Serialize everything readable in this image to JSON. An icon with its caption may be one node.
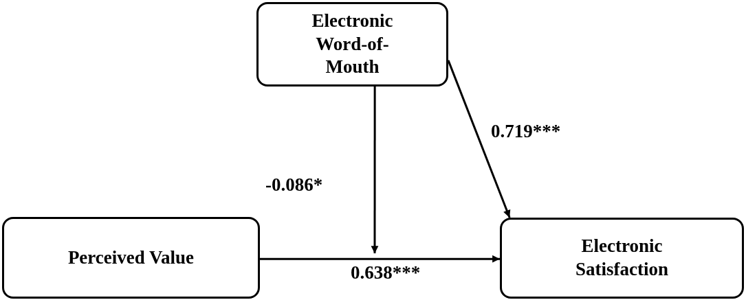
{
  "diagram": {
    "nodes": [
      {
        "text": [
          "Electronic Word-of-Mouth"
        ]
      },
      {
        "text": [
          "Perceived Value"
        ]
      },
      {
        "text": [
          "Electronic Satisfaction"
        ]
      }
    ],
    "edges": [
      {
        "from": 0,
        "to": null,
        "arrow": "to",
        "label": "-0.086*"
      },
      {
        "from": 0,
        "to": 2,
        "arrow": "to",
        "label": "0.719***"
      },
      {
        "from": 1,
        "to": 2,
        "arrow": "to",
        "label": "0.638***"
      }
    ]
  }
}
